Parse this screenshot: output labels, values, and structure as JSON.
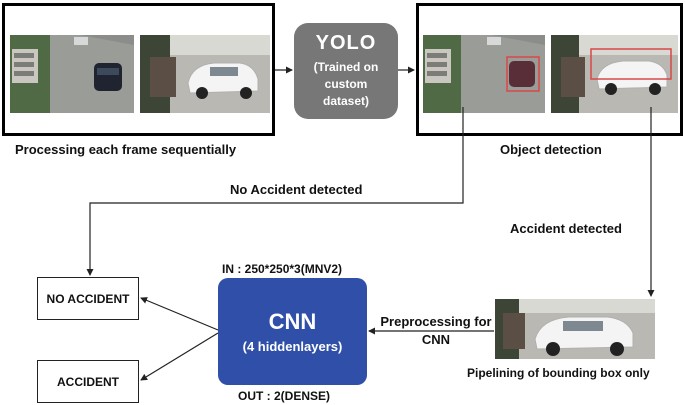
{
  "frames_caption": "Processing each frame sequentially",
  "detection_caption": "Object detection",
  "yolo": {
    "title": "YOLO",
    "subtitle": "(Trained on custom dataset)"
  },
  "edges": {
    "no_accident": "No Accident detected",
    "accident": "Accident detected",
    "preprocessing": "Preprocessing for CNN"
  },
  "cnn": {
    "title": "CNN",
    "subtitle": "(4 hiddenlayers)",
    "input": "IN : 250*250*3(MNV2)",
    "output": "OUT : 2(DENSE)"
  },
  "outputs": {
    "no_accident": "NO ACCIDENT",
    "accident": "ACCIDENT"
  },
  "bbox_caption": "Pipelining of bounding box only",
  "colors": {
    "cnn": "#2f4fa8",
    "yolo": "#777777",
    "bbox": "#d94848"
  }
}
